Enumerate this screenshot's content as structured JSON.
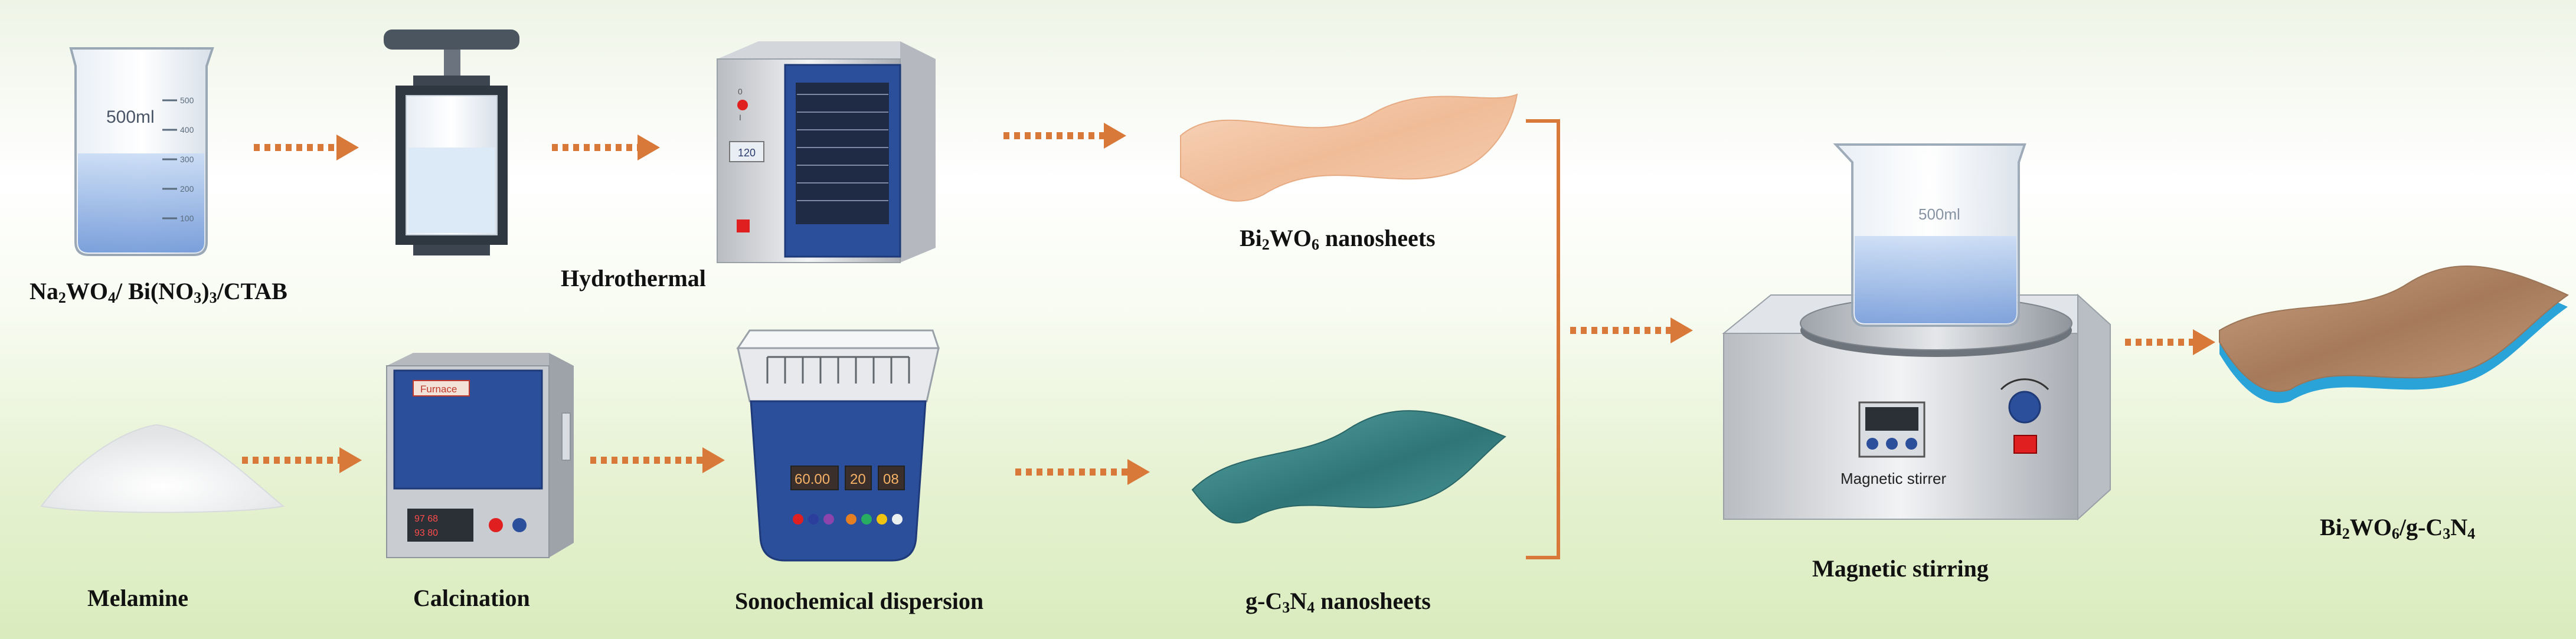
{
  "labels": {
    "precursors": {
      "p1": "Na",
      "s1": "2",
      "p2": "WO",
      "s2": "4",
      "p3": "/ Bi(NO",
      "s3": "3",
      "p4": ")",
      "s4": "3",
      "p5": "/CTAB"
    },
    "hydrothermal": "Hydrothermal",
    "bi2wo6": {
      "p1": "Bi",
      "s1": "2",
      "p2": "WO",
      "s2": "6",
      "p3": " nanosheets"
    },
    "melamine": "Melamine",
    "calcination": "Calcination",
    "sonochemical": "Sonochemical dispersion",
    "gc3n4": {
      "p1": "g-C",
      "s1": "3",
      "p2": "N",
      "s2": "4",
      "p3": " nanosheets"
    },
    "magnetic_stirring": "Magnetic stirring",
    "product": {
      "p1": "Bi",
      "s1": "2",
      "p2": "WO",
      "s2": "6",
      "p3": "/g-C",
      "s3": "3",
      "p4": "N",
      "s4": "4"
    }
  },
  "devices": {
    "beaker_volume": "500ml",
    "beaker_ticks": [
      "500",
      "400",
      "300",
      "200",
      "100"
    ],
    "furnace_label": "Furnace",
    "furnace_display_1": "97 68",
    "furnace_display_2": "93 80",
    "oven_display": "120",
    "oven_knob_marks": [
      "0",
      "I"
    ],
    "sonicator_displays": [
      "60.00",
      "20",
      "08"
    ],
    "stirrer_label": "Magnetic stirrer",
    "stirrer_beaker_volume": "500ml"
  },
  "colors": {
    "arrow": "#d8793a",
    "bi2wo6_sheet": "#f3c7a7",
    "gc3n4_sheet": "#3f8a8b",
    "product_top": "#b88e6c",
    "product_bottom": "#2aa3d9",
    "device_blue": "#2c4f9c"
  }
}
